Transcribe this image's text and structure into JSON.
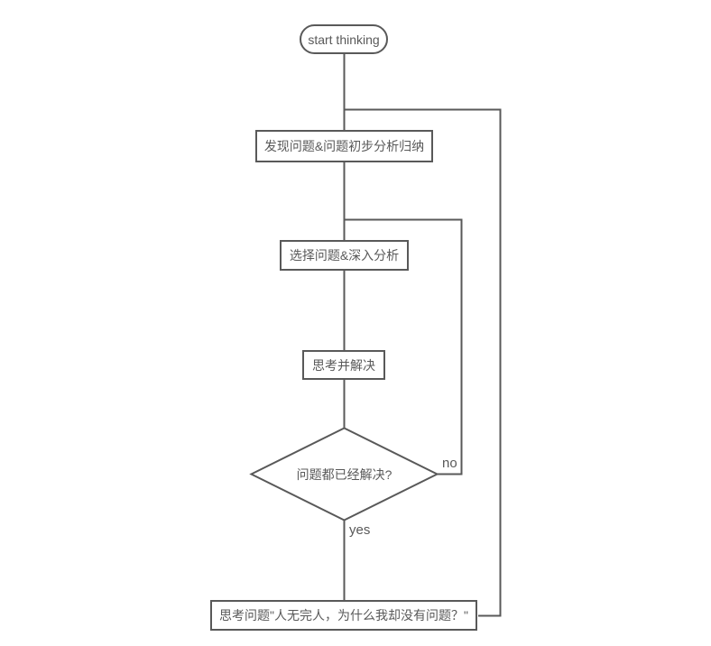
{
  "diagram": {
    "background_color": "#ffffff",
    "stroke_color": "#595959",
    "text_color": "#595959",
    "nodes": {
      "start": {
        "shape": "stadium",
        "label": "start thinking"
      },
      "discover": {
        "shape": "rect",
        "label": "发现问题&问题初步分析归纳"
      },
      "select": {
        "shape": "rect",
        "label": "选择问题&深入分析"
      },
      "solve": {
        "shape": "rect",
        "label": "思考并解决"
      },
      "decision": {
        "shape": "diamond",
        "label": "问题都已经解决?"
      },
      "reflect": {
        "shape": "rect",
        "label": "思考问题\"人无完人，为什么我却没有问题？\""
      }
    },
    "edge_labels": {
      "yes": "yes",
      "no": "no"
    }
  }
}
